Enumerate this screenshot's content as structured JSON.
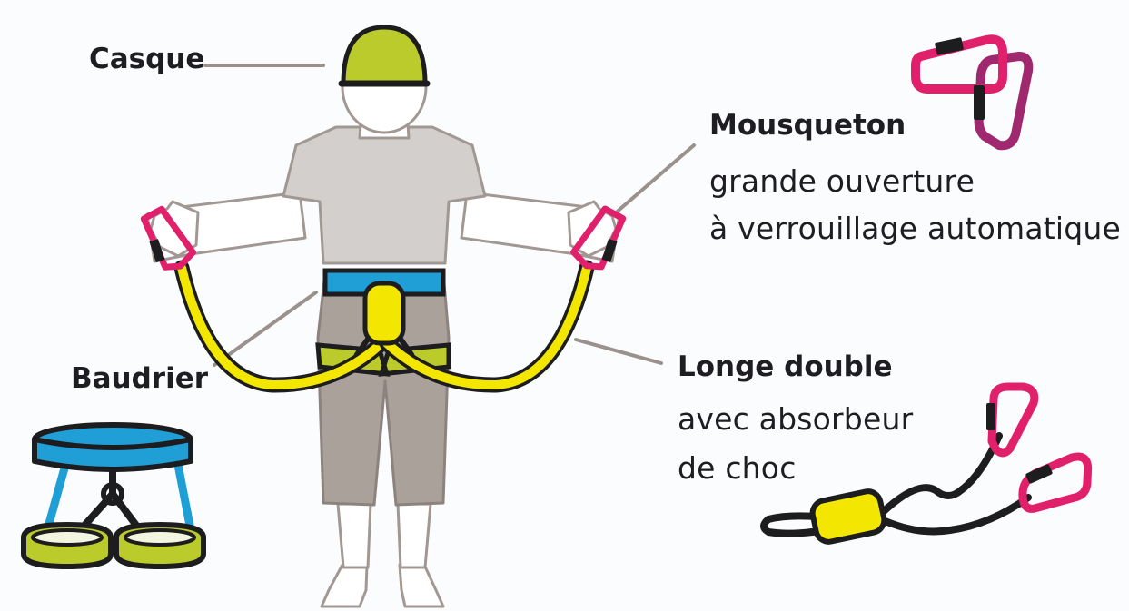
{
  "labels": {
    "casque": "Casque",
    "baudrier": "Baudrier",
    "mousqueton": {
      "title": "Mousqueton",
      "line1": "grande ouverture",
      "line2": "à verrouillage automatique"
    },
    "longe": {
      "title": "Longe double",
      "line1": "avec absorbeur",
      "line2": "de choc"
    }
  },
  "colors": {
    "helmet": "#bccb2c",
    "harness_belt": "#1f9fd6",
    "harness_legs": "#bccb2c",
    "lanyard": "#f3e600",
    "absorber": "#f3e600",
    "carabiner_pink": "#e0206a",
    "carabiner_purple": "#a0286e",
    "shirt": "#d3cfcd",
    "pants": "#aaa19b",
    "skin": "#ffffff",
    "outline": "#1d1d1f",
    "leader_line": "#9b918c"
  }
}
